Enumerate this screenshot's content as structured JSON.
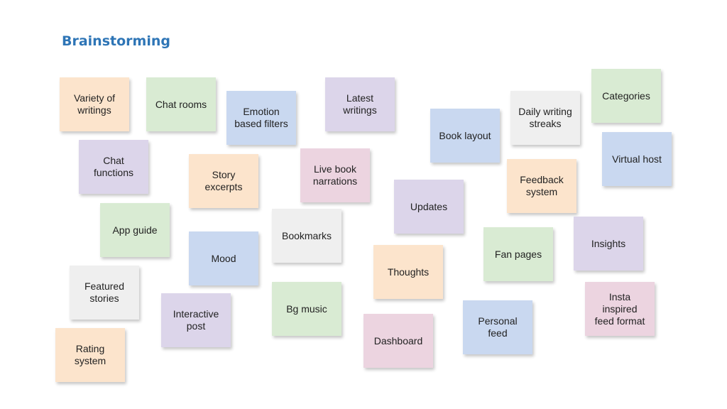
{
  "title": "Brainstorming",
  "colors": {
    "title": "#2e75b6",
    "orange": "#fce4cc",
    "green": "#d9ebd3",
    "blue": "#c9d8f0",
    "purple": "#dcd5ea",
    "pink": "#ecd4e0",
    "gray": "#efefef"
  },
  "notes": [
    {
      "text": "Variety of\nwritings",
      "color": "orange"
    },
    {
      "text": "Chat rooms",
      "color": "green"
    },
    {
      "text": "Emotion\nbased filters",
      "color": "blue"
    },
    {
      "text": "Latest\nwritings",
      "color": "purple"
    },
    {
      "text": "Book layout",
      "color": "blue"
    },
    {
      "text": "Daily writing\nstreaks",
      "color": "gray"
    },
    {
      "text": "Categories",
      "color": "green"
    },
    {
      "text": "Chat\nfunctions",
      "color": "purple"
    },
    {
      "text": "Story\nexcerpts",
      "color": "orange"
    },
    {
      "text": "Live book\nnarrations",
      "color": "pink"
    },
    {
      "text": "Virtual host",
      "color": "blue"
    },
    {
      "text": "Feedback\nsystem",
      "color": "orange"
    },
    {
      "text": "Updates",
      "color": "purple"
    },
    {
      "text": "App guide",
      "color": "green"
    },
    {
      "text": "Bookmarks",
      "color": "gray"
    },
    {
      "text": "Insights",
      "color": "purple"
    },
    {
      "text": "Mood",
      "color": "blue"
    },
    {
      "text": "Fan pages",
      "color": "green"
    },
    {
      "text": "Thoughts",
      "color": "orange"
    },
    {
      "text": "Featured\nstories",
      "color": "gray"
    },
    {
      "text": "Interactive\npost",
      "color": "purple"
    },
    {
      "text": "Bg music",
      "color": "green"
    },
    {
      "text": "Insta\ninspired\nfeed format",
      "color": "pink"
    },
    {
      "text": "Personal\nfeed",
      "color": "blue"
    },
    {
      "text": "Dashboard",
      "color": "pink"
    },
    {
      "text": "Rating\nsystem",
      "color": "orange"
    }
  ]
}
